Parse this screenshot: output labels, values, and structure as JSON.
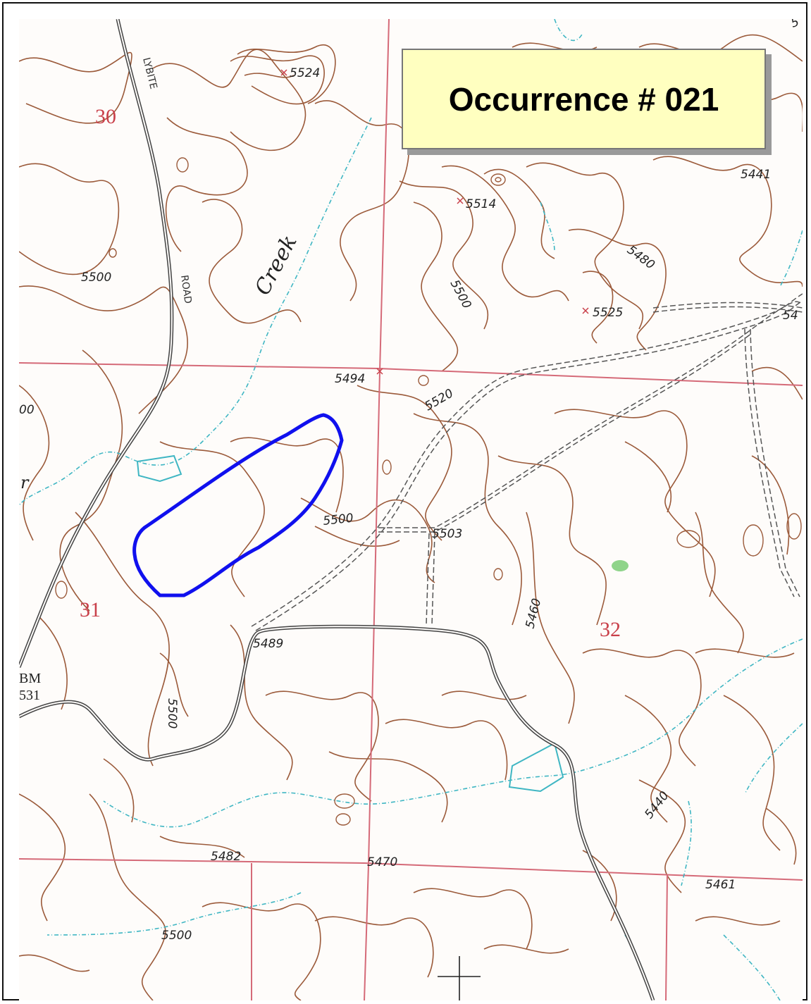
{
  "title": "Occurrence # 021",
  "colors": {
    "contour": "#9b5a3a",
    "grid": "#d56a78",
    "water": "#3fb6c3",
    "road": "#444444",
    "occurrence": "#1010ee",
    "vegetation": "#8fd48a",
    "title_bg": "#ffffc0"
  },
  "labels": {
    "creek": "Creek",
    "road_top": "LYBITE",
    "road_mid": "ROAD",
    "bm": "BM",
    "bm_value": "531",
    "left_edge_oo": "00",
    "left_edge_r": "r"
  },
  "sections": [
    "30",
    "31",
    "32"
  ],
  "elevations": [
    "5524",
    "5514",
    "5441",
    "5480",
    "5525",
    "5500",
    "5500",
    "5494",
    "5520",
    "5500",
    "5503",
    "5460",
    "5489",
    "5500",
    "5440",
    "5482",
    "5470",
    "5461",
    "5500",
    "54",
    "5"
  ]
}
